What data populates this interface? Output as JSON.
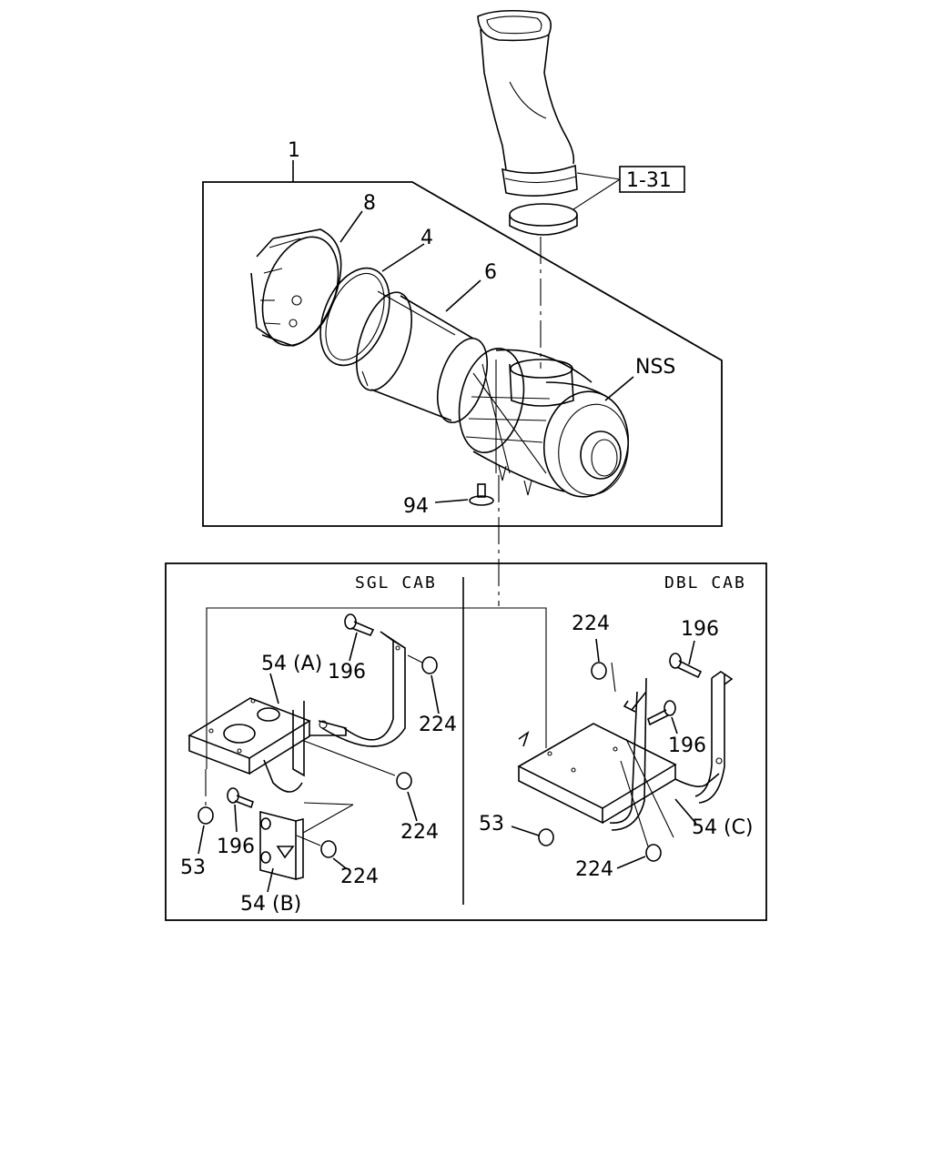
{
  "labels": {
    "assembly": "1",
    "duct_ref": "1-31",
    "housing_cover": "8",
    "seal_ring": "4",
    "filter_element": "6",
    "housing_nss": "NSS",
    "bolt_94": "94",
    "sgl_cab": "SGL CAB",
    "dbl_cab": "DBL CAB",
    "sgl_bracket_a": "54 (A)",
    "sgl_bracket_b": "54 (B)",
    "dbl_bracket_c": "54 (C)",
    "sgl_bolt_196_top": "196",
    "sgl_nut_224_top": "224",
    "sgl_nut_224_mid": "224",
    "sgl_bolt_196_low": "196",
    "sgl_nut_224_low": "224",
    "sgl_nut_53": "53",
    "dbl_nut_224_top": "224",
    "dbl_bolt_196_top": "196",
    "dbl_bolt_196_mid": "196",
    "dbl_nut_53": "53",
    "dbl_nut_224_low": "224"
  }
}
